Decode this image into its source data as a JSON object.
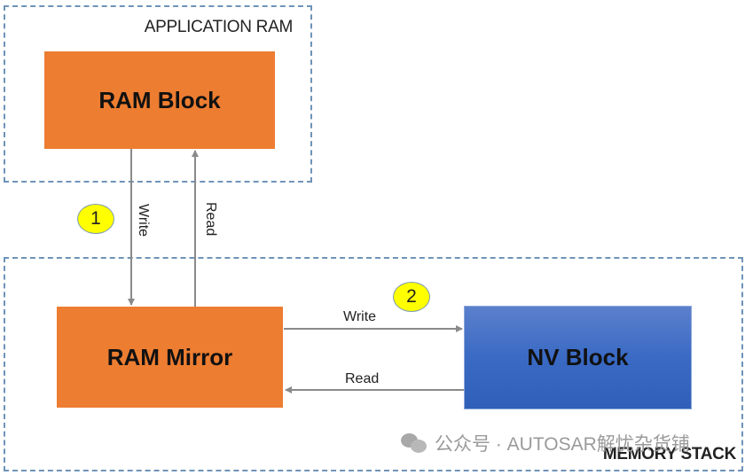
{
  "regions": {
    "application_ram": "APPLICATION RAM",
    "memory_stack": "MEMORY STACK"
  },
  "blocks": {
    "ram_block": "RAM Block",
    "ram_mirror": "RAM Mirror",
    "nv_block": "NV Block"
  },
  "arrows": {
    "ram_to_mirror": "Write",
    "mirror_to_ram": "Read",
    "mirror_to_nv": "Write",
    "nv_to_mirror": "Read"
  },
  "steps": [
    "1",
    "2"
  ],
  "colors": {
    "orange_block": "#ed7d31",
    "blue_block": "#3a6ac4",
    "dashed_border": "#6e93b8",
    "step_marker": "#ffff00",
    "arrow": "#8a8a8a"
  },
  "watermark": "公众号 · AUTOSAR解忧杂货铺"
}
